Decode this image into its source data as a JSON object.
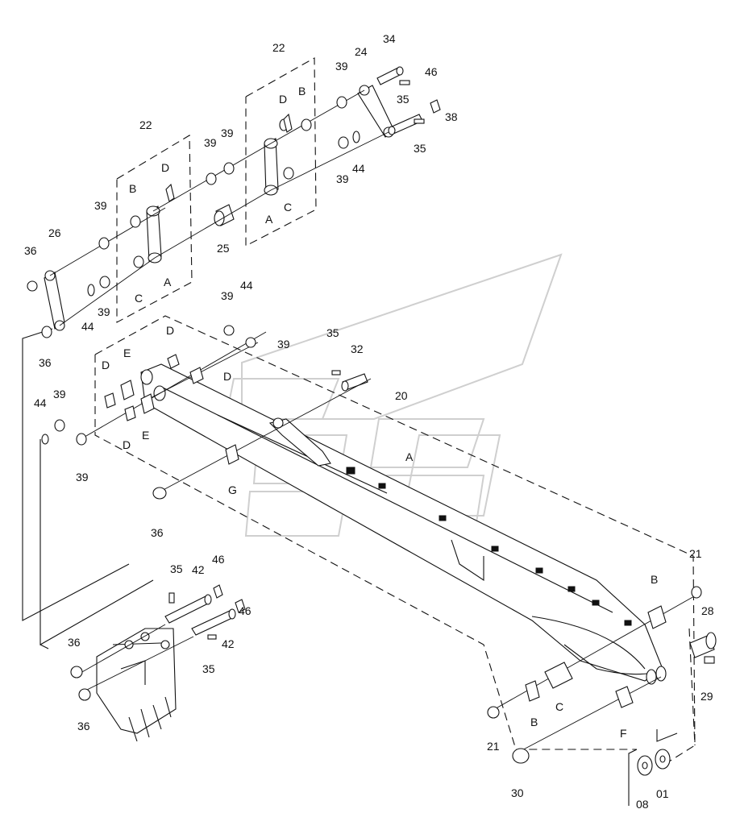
{
  "labels": [
    {
      "id": "t22a",
      "text": "22"
    },
    {
      "id": "t22b",
      "text": "22"
    },
    {
      "id": "t34",
      "text": "34"
    },
    {
      "id": "t24",
      "text": "24"
    },
    {
      "id": "t46a",
      "text": "46"
    },
    {
      "id": "t39a",
      "text": "39"
    },
    {
      "id": "tBa",
      "text": "B"
    },
    {
      "id": "tDa",
      "text": "D"
    },
    {
      "id": "t35a",
      "text": "35"
    },
    {
      "id": "t38",
      "text": "38"
    },
    {
      "id": "t35b",
      "text": "35"
    },
    {
      "id": "t39b",
      "text": "39"
    },
    {
      "id": "t39c",
      "text": "39"
    },
    {
      "id": "t44a",
      "text": "44"
    },
    {
      "id": "t39d",
      "text": "39"
    },
    {
      "id": "tCa",
      "text": "C"
    },
    {
      "id": "tAa",
      "text": "A"
    },
    {
      "id": "tDb",
      "text": "D"
    },
    {
      "id": "tBb",
      "text": "B"
    },
    {
      "id": "t39e",
      "text": "39"
    },
    {
      "id": "t25",
      "text": "25"
    },
    {
      "id": "t26",
      "text": "26"
    },
    {
      "id": "t36a",
      "text": "36"
    },
    {
      "id": "tCb",
      "text": "C"
    },
    {
      "id": "tAb",
      "text": "A"
    },
    {
      "id": "t39f",
      "text": "39"
    },
    {
      "id": "t44b",
      "text": "44"
    },
    {
      "id": "t36b",
      "text": "36"
    },
    {
      "id": "t39g",
      "text": "39"
    },
    {
      "id": "t44c",
      "text": "44"
    },
    {
      "id": "tDc",
      "text": "D"
    },
    {
      "id": "t39h",
      "text": "39"
    },
    {
      "id": "t35c",
      "text": "35"
    },
    {
      "id": "t32",
      "text": "32"
    },
    {
      "id": "tE1",
      "text": "E"
    },
    {
      "id": "tDd",
      "text": "D"
    },
    {
      "id": "tDe",
      "text": "D"
    },
    {
      "id": "t20",
      "text": "20"
    },
    {
      "id": "t44d",
      "text": "44"
    },
    {
      "id": "t39i",
      "text": "39"
    },
    {
      "id": "tDf",
      "text": "D"
    },
    {
      "id": "tE2",
      "text": "E"
    },
    {
      "id": "t39j",
      "text": "39"
    },
    {
      "id": "tG",
      "text": "G"
    },
    {
      "id": "tAc",
      "text": "A"
    },
    {
      "id": "t36c",
      "text": "36"
    },
    {
      "id": "t35d",
      "text": "35"
    },
    {
      "id": "t42a",
      "text": "42"
    },
    {
      "id": "t46b",
      "text": "46"
    },
    {
      "id": "t46c",
      "text": "46"
    },
    {
      "id": "t42b",
      "text": "42"
    },
    {
      "id": "t35e",
      "text": "35"
    },
    {
      "id": "t36d",
      "text": "36"
    },
    {
      "id": "t36e",
      "text": "36"
    },
    {
      "id": "t21a",
      "text": "21"
    },
    {
      "id": "tBc",
      "text": "B"
    },
    {
      "id": "t28",
      "text": "28"
    },
    {
      "id": "t29",
      "text": "29"
    },
    {
      "id": "t21b",
      "text": "21"
    },
    {
      "id": "tBd",
      "text": "B"
    },
    {
      "id": "tCc",
      "text": "C"
    },
    {
      "id": "tF",
      "text": "F"
    },
    {
      "id": "t30",
      "text": "30"
    },
    {
      "id": "t08",
      "text": "08"
    },
    {
      "id": "t01",
      "text": "01"
    }
  ]
}
